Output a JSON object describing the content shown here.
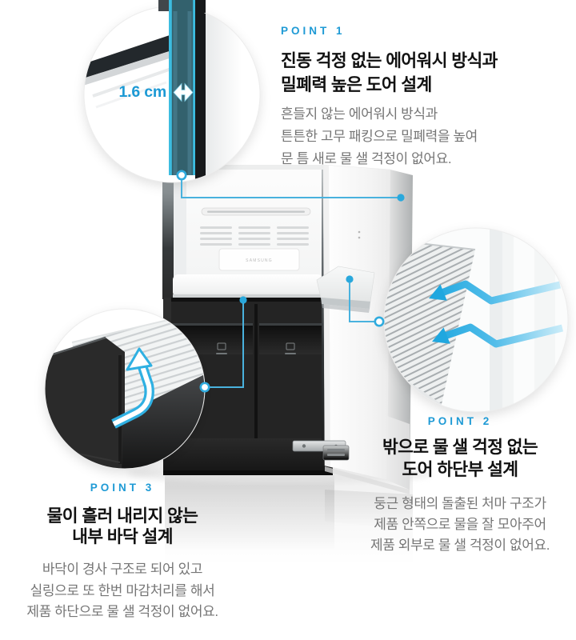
{
  "colors": {
    "accent": "#1E9AD5",
    "connector_line": "#49B2DE",
    "title_text": "#111111",
    "body_text": "#757575",
    "teal_strip": "#33616D"
  },
  "measure": {
    "label": "1.6 cm"
  },
  "product": {
    "panel_label": "SAMSUNG"
  },
  "points": {
    "p1": {
      "label": "POINT 1",
      "title1": "진동 걱정 없는 에어워시 방식과",
      "title2": "밀폐력 높은 도어 설계",
      "body1": "흔들지 않는 에어워시 방식과",
      "body2": "튼튼한 고무 패킹으로 밀폐력을 높여",
      "body3": "문 틈 새로 물 샐 걱정이 없어요."
    },
    "p2": {
      "label": "POINT 2",
      "title1": "밖으로 물 샐 걱정 없는",
      "title2": "도어 하단부 설계",
      "body1": "둥근 형태의 돌출된 처마 구조가",
      "body2": "제품 안쪽으로 물을 잘 모아주어",
      "body3": "제품 외부로 물 샐 걱정이 없어요."
    },
    "p3": {
      "label": "POINT 3",
      "title1": "물이 흘러 내리지 않는",
      "title2": "내부 바닥 설계",
      "body1": "바닥이 경사 구조로 되어 있고",
      "body2": "실링으로 또 한번 마감처리를 해서",
      "body3": "제품 하단으로 물 샐 걱정이 없어요."
    }
  }
}
